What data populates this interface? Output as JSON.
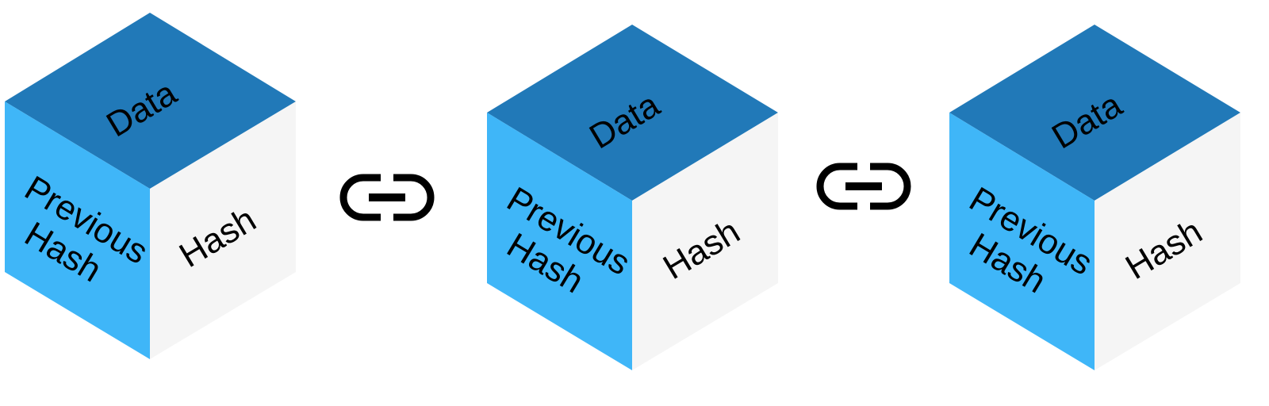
{
  "title": "Blockchain blocks linked by hashes",
  "colors": {
    "top_face": "#2179b8",
    "left_face": "#3fb6f8",
    "right_face": "#f5f5f5",
    "link": "#000000"
  },
  "blocks": [
    {
      "top_label": "Data",
      "left_label_line1": "Previous",
      "left_label_line2": "Hash",
      "right_label": "Hash"
    },
    {
      "top_label": "Data",
      "left_label_line1": "Previous",
      "left_label_line2": "Hash",
      "right_label": "Hash"
    },
    {
      "top_label": "Data",
      "left_label_line1": "Previous",
      "left_label_line2": "Hash",
      "right_label": "Hash"
    }
  ],
  "links": [
    {
      "icon": "link-icon"
    },
    {
      "icon": "link-icon"
    }
  ]
}
